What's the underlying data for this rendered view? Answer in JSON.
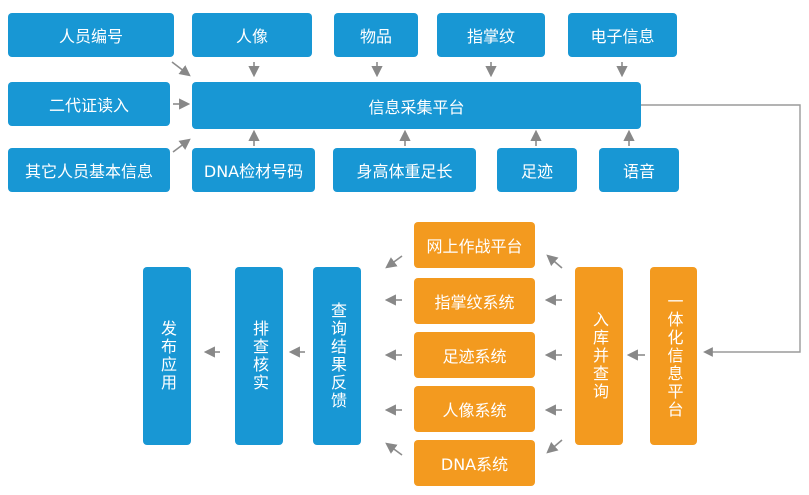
{
  "colors": {
    "blue": "#1897d4",
    "orange": "#f39a1f",
    "arrow": "#888888",
    "line": "#9a9a9a"
  },
  "top_row": {
    "person_id": "人员编号",
    "portrait": "人像",
    "items": "物品",
    "palm_print": "指掌纹",
    "electronic_info": "电子信息"
  },
  "left_column": {
    "id_card": "二代证读入",
    "other_info": "其它人员基本信息"
  },
  "platform": "信息采集平台",
  "bottom_row": {
    "dna_code": "DNA检材号码",
    "body_features": "身高体重足长",
    "footprint": "足迹",
    "voice": "语音"
  },
  "integration": {
    "integrated_platform": "一体化信息平台",
    "store_query": "入库并查询"
  },
  "systems": [
    "网上作战平台",
    "指掌纹系统",
    "足迹系统",
    "人像系统",
    "DNA系统"
  ],
  "outputs": {
    "feedback": "查询结果反馈",
    "investigate": "排查核实",
    "publish": "发布应用"
  }
}
